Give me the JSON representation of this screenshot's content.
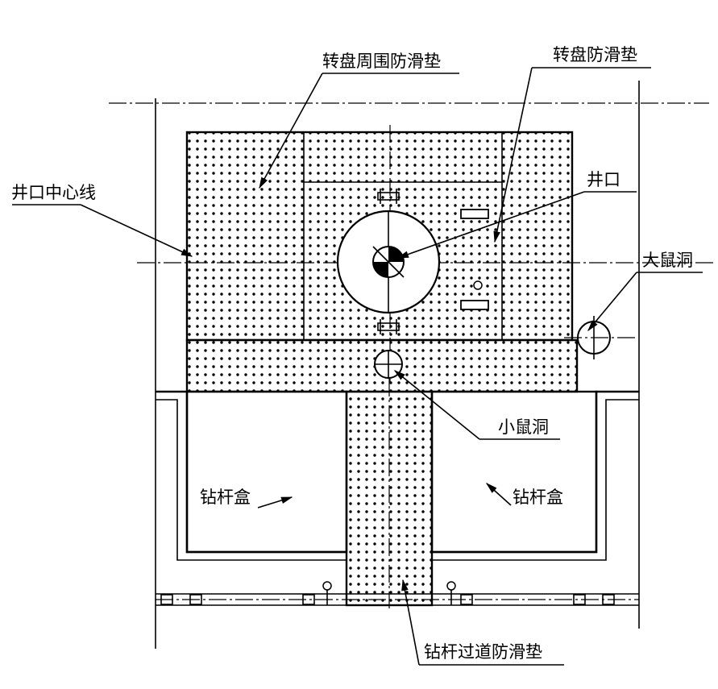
{
  "labels": {
    "turntable_surround_mat": "转盘周围防滑垫",
    "turntable_mat": "转盘防滑垫",
    "well_centerline": "井口中心线",
    "wellhead": "井口",
    "rathole": "大鼠洞",
    "mousehole": "小鼠洞",
    "pipe_box_left": "钻杆盒",
    "pipe_box_right": "钻杆盒",
    "pipe_walkway_mat": "钻杆过道防滑垫"
  }
}
